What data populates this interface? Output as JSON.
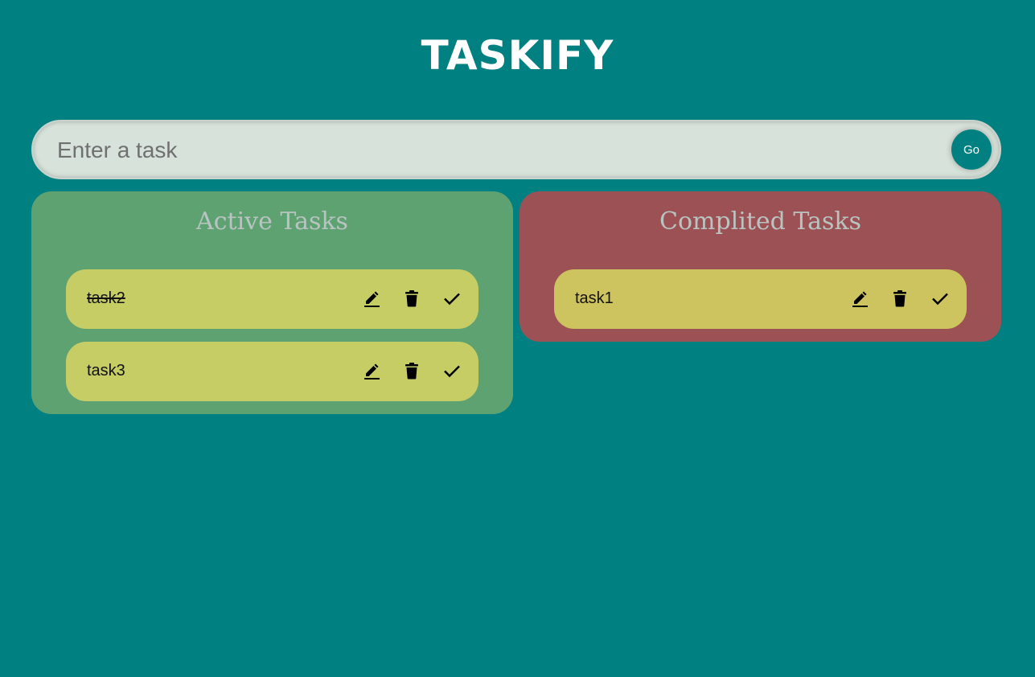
{
  "app": {
    "title": "TASKIFY"
  },
  "form": {
    "placeholder": "Enter a task",
    "value": "",
    "submit_label": "Go"
  },
  "colors": {
    "background": "#008080",
    "active_panel": "#5ea272",
    "completed_panel": "#9c5254",
    "task_card": "#c5cd64"
  },
  "active": {
    "heading": "Active Tasks",
    "tasks": [
      {
        "text": "task2",
        "struck": true,
        "icons": [
          "edit-icon",
          "delete-icon",
          "check-icon"
        ]
      },
      {
        "text": "task3",
        "struck": false,
        "icons": [
          "edit-icon",
          "delete-icon",
          "check-icon"
        ]
      }
    ]
  },
  "completed": {
    "heading": "Complited Tasks",
    "tasks": [
      {
        "text": "task1",
        "struck": false,
        "icons": [
          "edit-icon",
          "delete-icon",
          "check-icon"
        ]
      }
    ]
  }
}
